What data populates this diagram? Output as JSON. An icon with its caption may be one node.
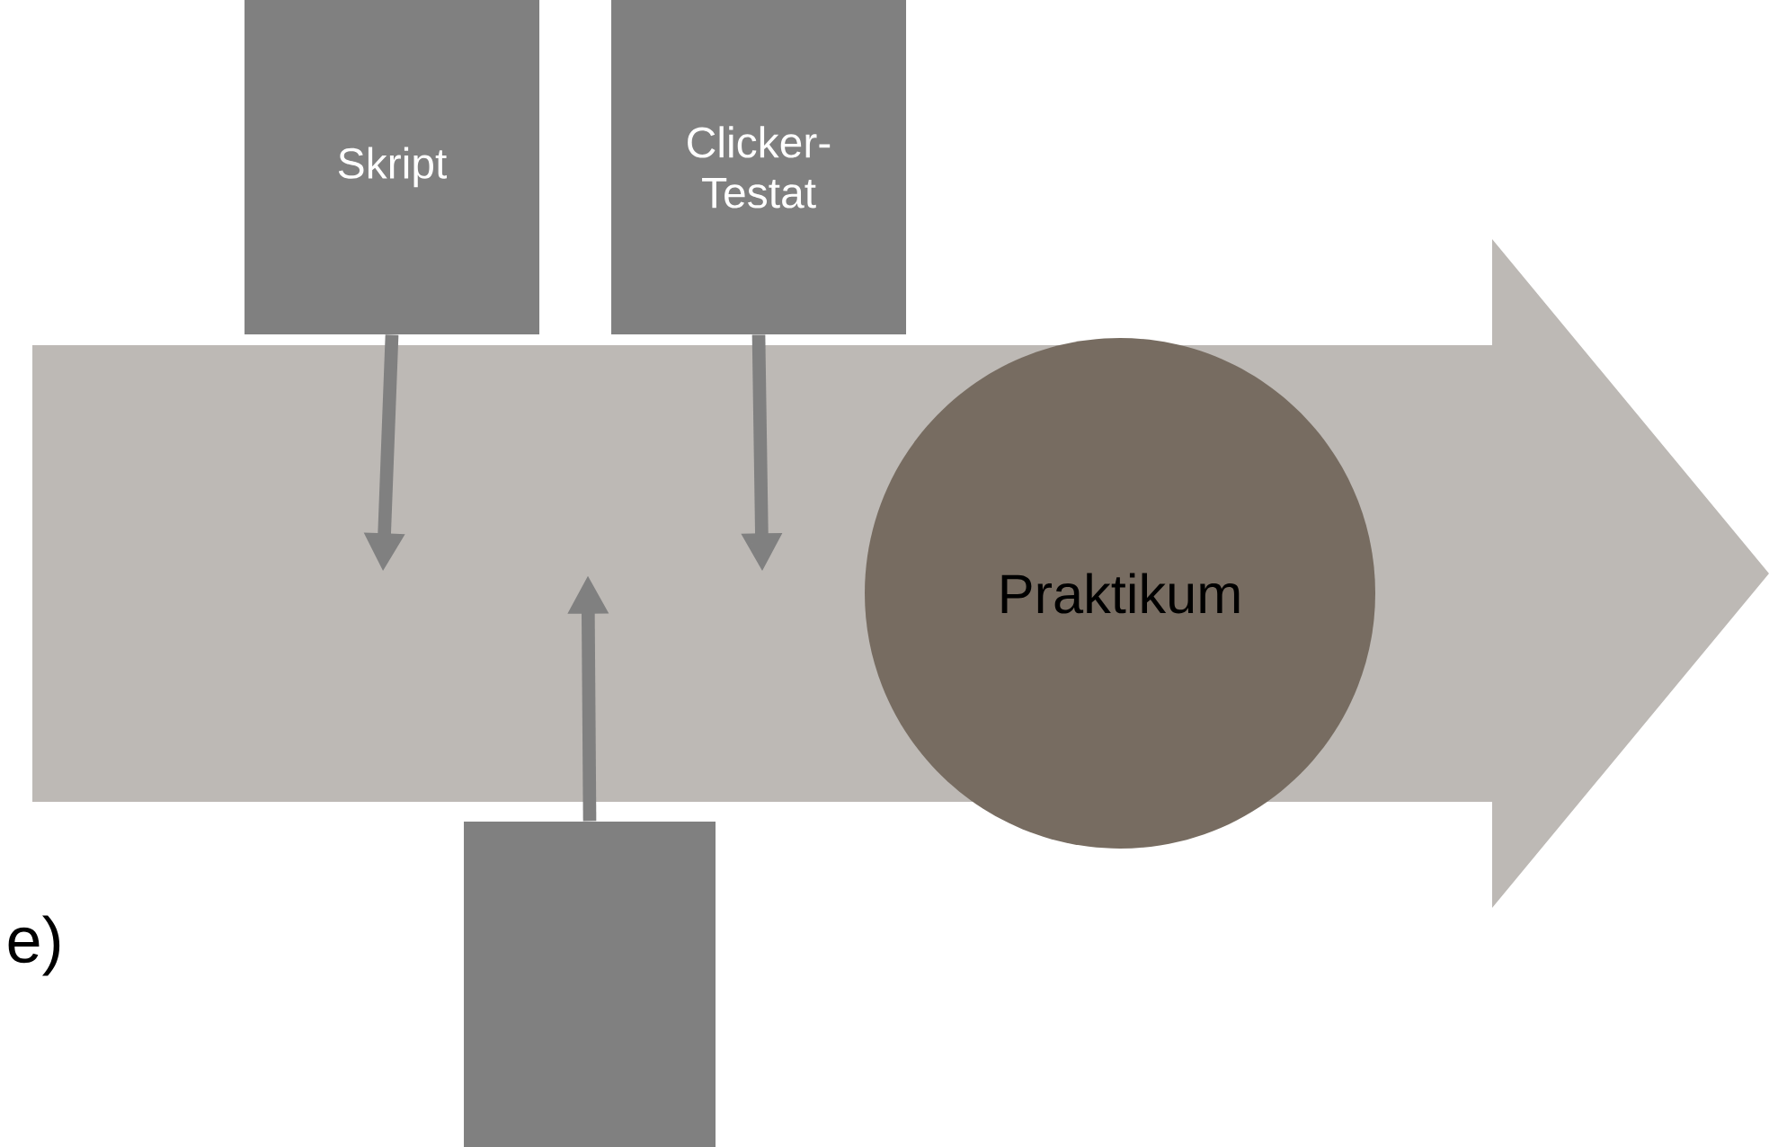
{
  "diagram": {
    "nodes": [
      {
        "text": [
          "Skript"
        ]
      },
      {
        "text": [
          "Clicker- Testat"
        ]
      },
      {
        "text": [],
        "shape": "box"
      },
      {
        "text": [
          "Praktikum"
        ]
      }
    ],
    "edges": [
      {
        "from": 0,
        "to": null,
        "arrow": "to"
      },
      {
        "from": 1,
        "to": null,
        "arrow": "to"
      },
      {
        "from": 2,
        "to": null,
        "arrow": "to"
      }
    ],
    "labels": [
      "e)"
    ]
  }
}
